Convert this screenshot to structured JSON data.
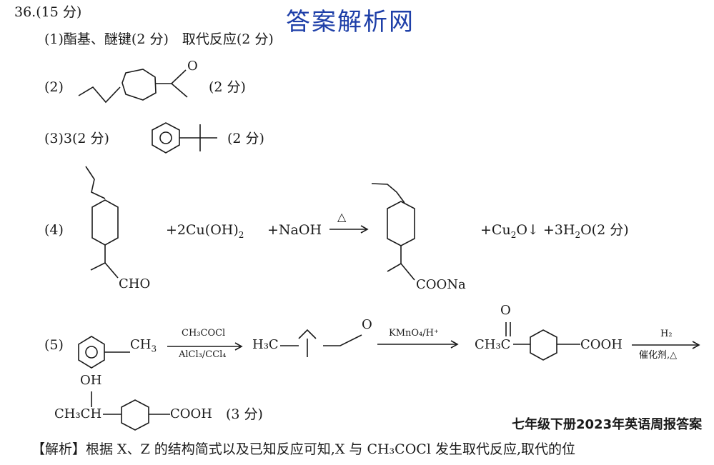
{
  "header": {
    "question": "36.(15 分)",
    "watermark": "答案解析网"
  },
  "part1": {
    "text": "(1)酯基、醚键(2 分)　取代反应(2 分)"
  },
  "part2": {
    "label": "(2)",
    "carbonyl_o": "O",
    "score": "(2 分)"
  },
  "part3": {
    "label": "(3)3(2 分)",
    "score": "(2 分)"
  },
  "part4": {
    "label": "(4)",
    "aldehyde": "CHO",
    "reagents": "+2Cu(OH)",
    "reagents_sub": "2",
    "naoh": "+NaOH",
    "condition": "△",
    "salt": "COONa",
    "products_a": "+Cu",
    "products_a_sub": "2",
    "products_b": "O↓ +3H",
    "products_b_sub": "2",
    "products_c": "O(2 分)"
  },
  "part5": {
    "label": "(5)",
    "methyl": "CH",
    "methyl_sub": "3",
    "step1_top": "CH₃COCl",
    "step1_bottom": "AlCl₃/CCl₄",
    "intermediate_left": "H₃C",
    "intermediate_o": "O",
    "step2_top": "KMnO₄/H⁺",
    "keto_o": "O",
    "keto_left": "CH₃C",
    "acid": "COOH",
    "step3_top": "H₂",
    "step3_bottom": "催化剂,△",
    "hydroxy": "OH",
    "alcohol_left": "CH₃CH",
    "final_acid": "COOH",
    "score": "(3 分)"
  },
  "footer": {
    "analysis": "【解析】根据 X、Z 的结构简式以及已知反应可知,X 与 CH₃COCl 发生取代反应,取代的位",
    "overlay_note": "七年级下册2023年英语周报答案"
  }
}
